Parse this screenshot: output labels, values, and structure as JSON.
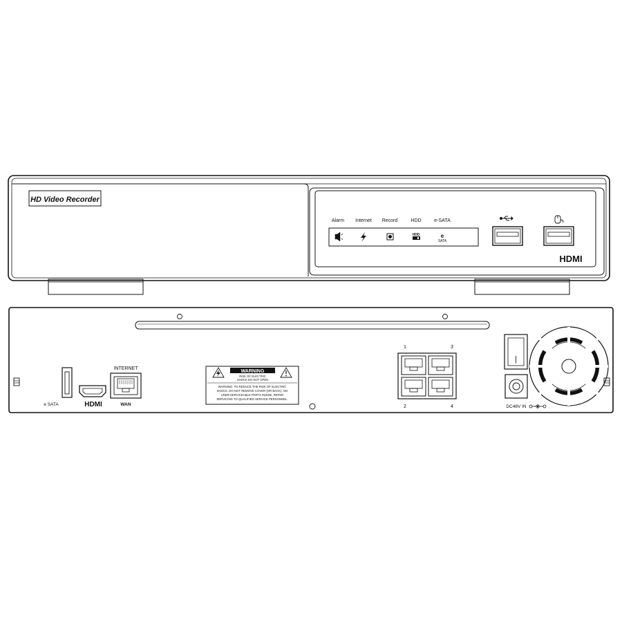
{
  "front_panel": {
    "model_label": "HD Video Recorder",
    "indicators": [
      {
        "label": "Alarm",
        "icon": "alarm-icon"
      },
      {
        "label": "Internet",
        "icon": "lightning-icon"
      },
      {
        "label": "Record",
        "icon": "record-icon"
      },
      {
        "label": "HDD",
        "icon": "hdd-icon",
        "icon_text": "HDD"
      },
      {
        "label": "e-SATA",
        "icon": "esata-icon",
        "icon_text": "e",
        "icon_subtext": "SATA"
      }
    ],
    "usb_ports": [
      {
        "icon": "usb-icon"
      },
      {
        "icon": "mouse-icon"
      }
    ],
    "hdmi_logo": "HDMI"
  },
  "rear_panel": {
    "esata_label": "e SATA",
    "hdmi_logo": "HDMI",
    "internet_label": "INTERNET",
    "wan_label": "WAN",
    "warning": {
      "title": "WARNING",
      "subtitle_line1": "RISK OF ELECTRIC",
      "subtitle_line2": "SHOCK DO NOT OPEN",
      "body_line1": "WARNING: TO REDUCE THE RISK OF ELECTRIC",
      "body_line2": "SHOCK, DO NOT REMOVE COVER (OR BACK), NO",
      "body_line3": "USER-SERVICEABLE PARTS INSIDE, REFER",
      "body_line4": "SERVICING TO QUALIFIED SERVICE PERSONNEL."
    },
    "poe_ports": {
      "top_left": "1",
      "top_right": "3",
      "bottom_left": "2",
      "bottom_right": "4"
    },
    "power_label": "DC48V IN",
    "switch_mark": "|"
  }
}
